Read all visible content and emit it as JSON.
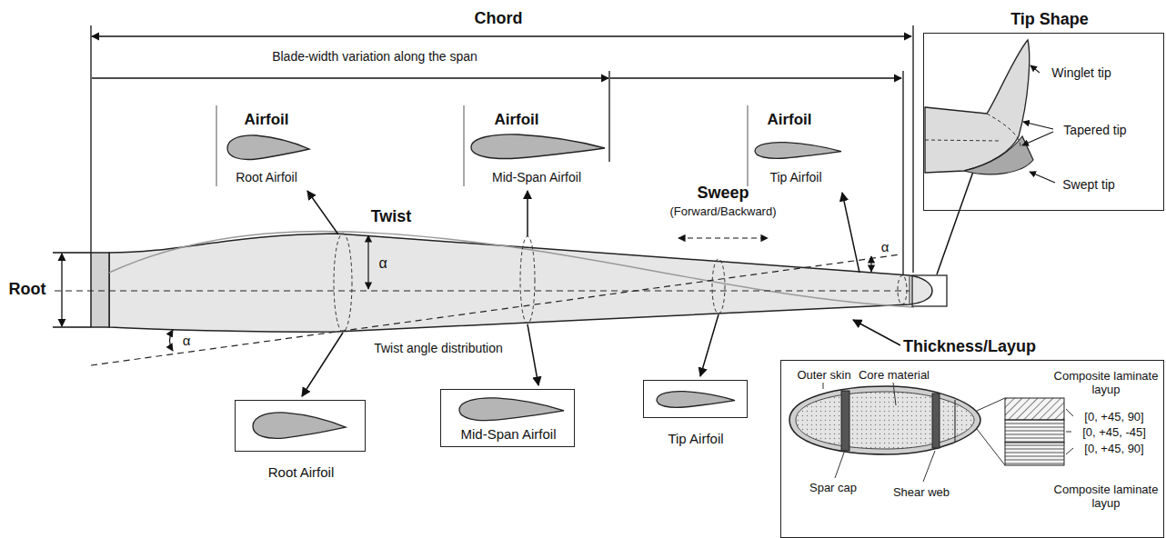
{
  "diagram": {
    "nodes": [
      {
        "text": [
          "Tip Shape",
          "Winglet tip",
          "Tapered tip",
          "Swept tip"
        ]
      },
      {
        "text": [
          "Thickness/Layup",
          "Outer skin",
          "Core material",
          "Composite laminate layup",
          "[0, +45, 90]",
          "[0, +45, -45]",
          "[0, +45, 90]",
          "Spar cap",
          "Shear web",
          "Composite laminate layup"
        ]
      },
      {
        "text": [
          "Root Airfoil"
        ]
      },
      {
        "text": [
          "Mid-Span Airfoil"
        ]
      },
      {
        "text": [
          "Tip Airfoil"
        ]
      }
    ],
    "labels": [
      "Chord",
      "Blade-width variation along the span",
      "Airfoil",
      "Root Airfoil",
      "Airfoil",
      "Mid-Span Airfoil",
      "Airfoil",
      "Tip Airfoil",
      "Twist",
      "Sweep",
      "(Forward/Backward)",
      "α",
      "α",
      "Root",
      "α",
      "Twist angle distribution"
    ]
  }
}
